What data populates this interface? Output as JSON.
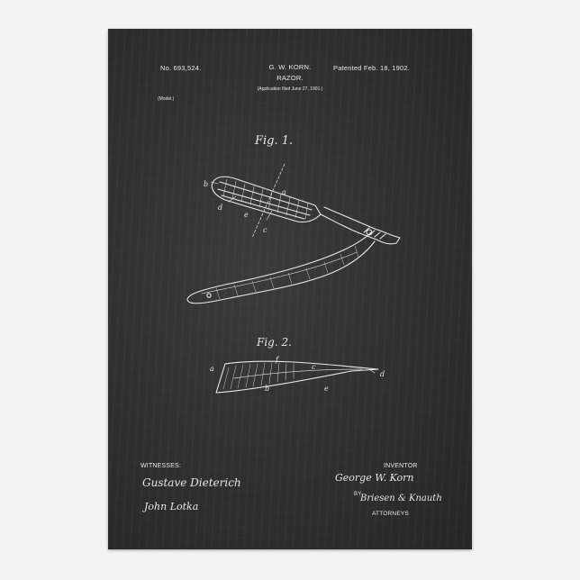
{
  "patent": {
    "number": "No. 693,524.",
    "inventor_name": "G. W. KORN.",
    "title": "RAZOR.",
    "patented": "Patented Feb. 18, 1902.",
    "application": "(Application filed June 27, 1901.)",
    "model": "(Model.)"
  },
  "figures": {
    "fig1_label": "Fig. 1.",
    "fig2_label": "Fig. 2.",
    "fig1_letters": [
      "b",
      "a",
      "d",
      "e",
      "c"
    ],
    "fig2_letters": [
      "a",
      "f",
      "c",
      "d",
      "b",
      "e"
    ]
  },
  "signatures": {
    "witnesses_label": "WITNESSES:",
    "witness_1": "Gustave Dieterich",
    "witness_2": "John Lotka",
    "inventor_label": "INVENTOR",
    "inventor_signature": "George W. Korn",
    "by_label": "BY",
    "attorney_signature": "Briesen & Knauth",
    "attorneys_label": "ATTORNEYS"
  },
  "colors": {
    "background": "#f3f3f3",
    "chalkboard": "#2f2f2f",
    "chalk": "#e8e8e8"
  }
}
